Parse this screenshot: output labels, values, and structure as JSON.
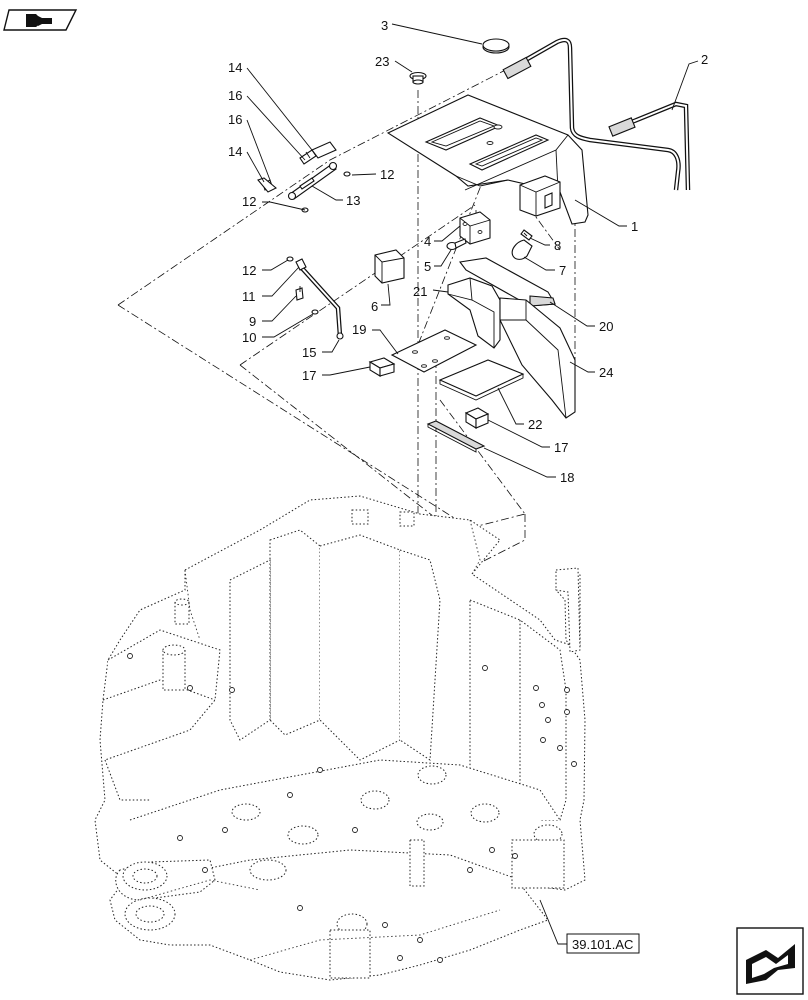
{
  "callouts": {
    "c1": "1",
    "c2": "2",
    "c3": "3",
    "c4": "4",
    "c5": "5",
    "c6": "6",
    "c7": "7",
    "c8": "8",
    "c9": "9",
    "c10": "10",
    "c11": "11",
    "c12a": "12",
    "c12b": "12",
    "c12c": "12",
    "c13": "13",
    "c14a": "14",
    "c14b": "14",
    "c15": "15",
    "c16a": "16",
    "c16b": "16",
    "c17a": "17",
    "c17b": "17",
    "c18": "18",
    "c19": "19",
    "c20": "20",
    "c21": "21",
    "c22": "22",
    "c23": "23",
    "c24": "24"
  },
  "reference": {
    "label": "39.101.AC"
  },
  "icons": {
    "top_left": "book-arrow-icon",
    "bottom_right": "next-page-arrow-icon"
  }
}
